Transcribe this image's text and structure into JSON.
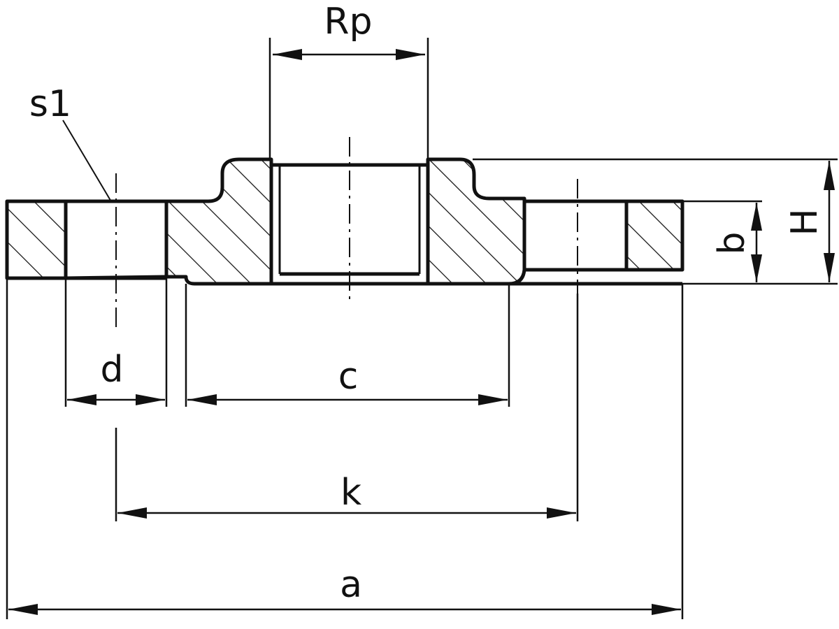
{
  "drawing": {
    "labels": {
      "rp": "Rp",
      "s1": "s1",
      "d": "d",
      "c": "c",
      "k": "k",
      "a": "a",
      "b": "b",
      "h": "H"
    }
  }
}
